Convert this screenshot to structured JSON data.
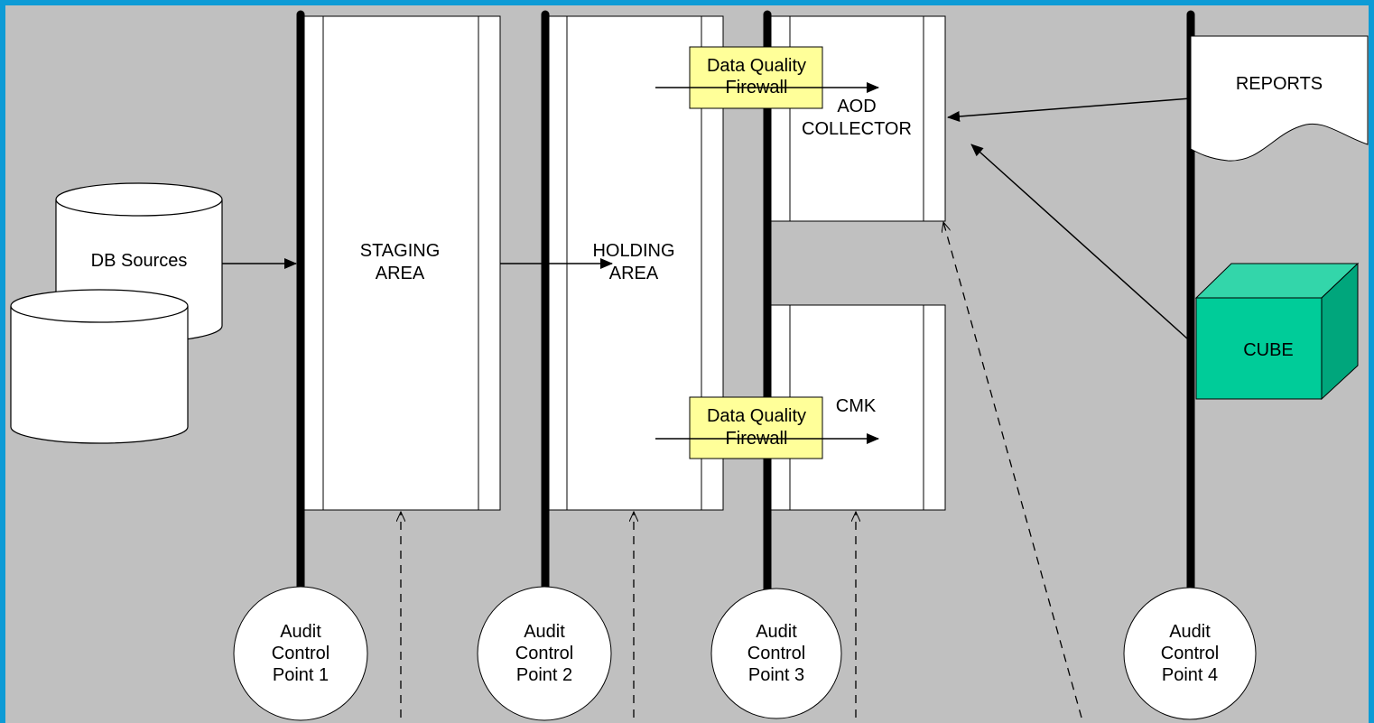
{
  "colors": {
    "frame": "#0d9bd6",
    "background": "#c0c0c0",
    "box": "#ffffff",
    "firewall": "#ffff99",
    "cube_front": "#00cc99",
    "cube_top": "#33d6aa",
    "cube_side": "#00a67c"
  },
  "sources": {
    "db_label": "DB Sources"
  },
  "areas": {
    "staging": [
      "STAGING",
      "AREA"
    ],
    "holding": [
      "HOLDING",
      "AREA"
    ],
    "aod": [
      "AOD",
      "COLLECTOR"
    ],
    "cmk": "CMK"
  },
  "firewalls": [
    [
      "Data Quality",
      "Firewall"
    ],
    [
      "Data Quality",
      "Firewall"
    ]
  ],
  "reports_label": "REPORTS",
  "cube_label": "CUBE",
  "audit_points": [
    [
      "Audit",
      "Control",
      "Point 1"
    ],
    [
      "Audit",
      "Control",
      "Point 2"
    ],
    [
      "Audit",
      "Control",
      "Point 3"
    ],
    [
      "Audit",
      "Control",
      "Point 4"
    ]
  ]
}
